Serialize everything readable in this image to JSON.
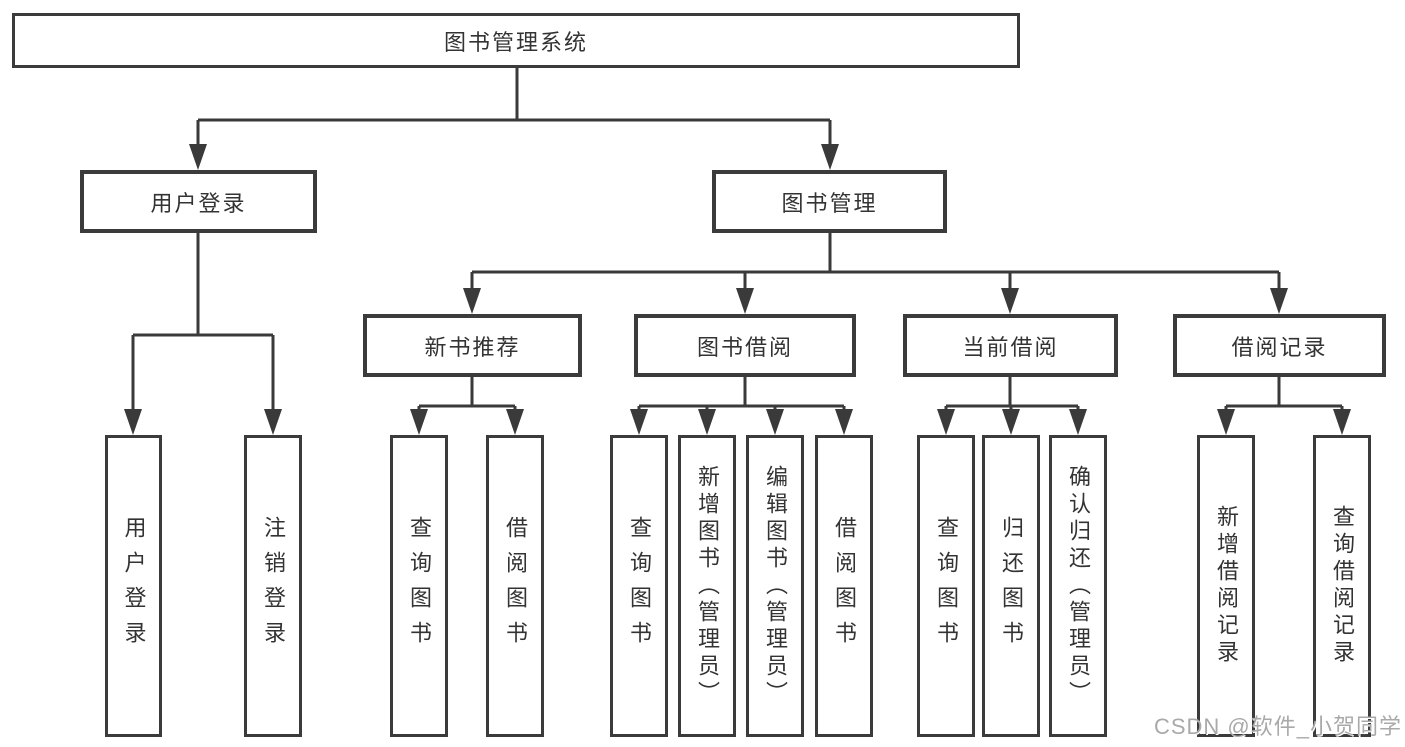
{
  "diagram": {
    "root": {
      "label": "图书管理系统"
    },
    "branches": [
      {
        "label": "用户登录",
        "children": [
          "用户登录",
          "注销登录"
        ]
      },
      {
        "label": "图书管理",
        "sections": [
          {
            "label": "新书推荐",
            "children": [
              "查询图书",
              "借阅图书"
            ]
          },
          {
            "label": "图书借阅",
            "children": [
              "查询图书",
              "新增图书（管理员）",
              "编辑图书（管理员）",
              "借阅图书"
            ]
          },
          {
            "label": "当前借阅",
            "children": [
              "查询图书",
              "归还图书",
              "确认归还（管理员）"
            ]
          },
          {
            "label": "借阅记录",
            "children": [
              "新增借阅记录",
              "查询借阅记录"
            ]
          }
        ]
      }
    ]
  },
  "watermark": {
    "text": "CSDN @软件_小贺同学"
  },
  "colors": {
    "line": "#3a3a3a",
    "box_border": "#3b3b3b",
    "box_fill": "#ffffff",
    "text": "#333333",
    "background": "#ffffff",
    "watermark": "#a9a9a9"
  }
}
